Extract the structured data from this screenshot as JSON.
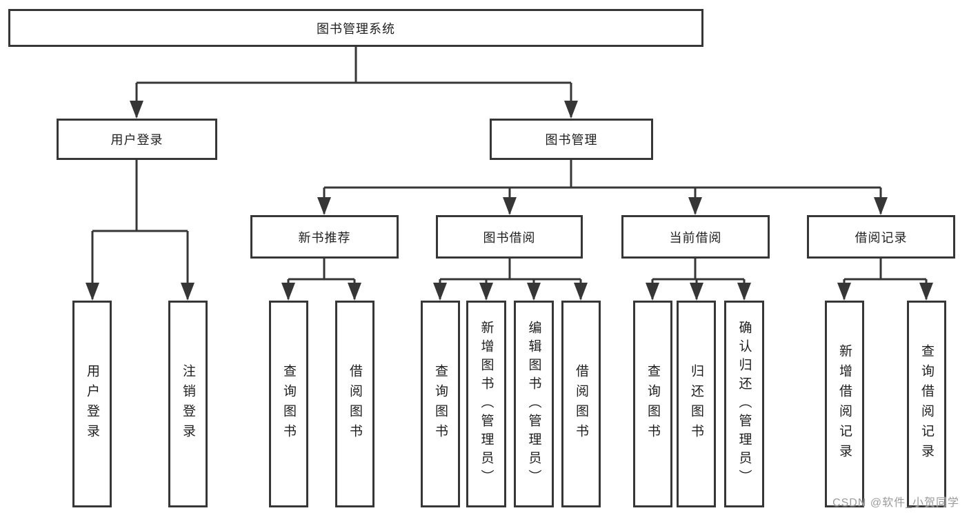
{
  "diagram": {
    "title": "图书管理系统",
    "type": "hierarchy-flowchart"
  },
  "colors": {
    "line": "#363636",
    "box_border": "#363636",
    "box_fill": "#ffffff",
    "text": "#1f1f1f",
    "background": "#ffffff",
    "watermark_text": "#9b9b9b"
  },
  "nodes": [
    {
      "id": "root",
      "label": "图书管理系统",
      "level": 1,
      "parent": null
    },
    {
      "id": "user-login",
      "label": "用户登录",
      "level": 2,
      "parent": "root"
    },
    {
      "id": "book-management",
      "label": "图书管理",
      "level": 2,
      "parent": "root"
    },
    {
      "id": "new-book-recommend",
      "label": "新书推荐",
      "level": 3,
      "parent": "book-management"
    },
    {
      "id": "book-borrow",
      "label": "图书借阅",
      "level": 3,
      "parent": "book-management"
    },
    {
      "id": "current-borrow",
      "label": "当前借阅",
      "level": 3,
      "parent": "book-management"
    },
    {
      "id": "borrow-records",
      "label": "借阅记录",
      "level": 3,
      "parent": "book-management"
    },
    {
      "id": "user-login-leaf",
      "label": "用户登录",
      "level": 4,
      "parent": "user-login"
    },
    {
      "id": "logout",
      "label": "注销登录",
      "level": 4,
      "parent": "user-login"
    },
    {
      "id": "query-books-rec",
      "label": "查询图书",
      "level": 4,
      "parent": "new-book-recommend"
    },
    {
      "id": "borrow-books-rec",
      "label": "借阅图书",
      "level": 4,
      "parent": "new-book-recommend"
    },
    {
      "id": "query-books-borrow",
      "label": "查询图书",
      "level": 4,
      "parent": "book-borrow"
    },
    {
      "id": "add-books-admin",
      "label": "新增图书（管理员）",
      "level": 4,
      "parent": "book-borrow"
    },
    {
      "id": "edit-books-admin",
      "label": "编辑图书（管理员）",
      "level": 4,
      "parent": "book-borrow"
    },
    {
      "id": "borrow-books",
      "label": "借阅图书",
      "level": 4,
      "parent": "book-borrow"
    },
    {
      "id": "query-books-current",
      "label": "查询图书",
      "level": 4,
      "parent": "current-borrow"
    },
    {
      "id": "return-books",
      "label": "归还图书",
      "level": 4,
      "parent": "current-borrow"
    },
    {
      "id": "confirm-return-admin",
      "label": "确认归还（管理员）",
      "level": 4,
      "parent": "current-borrow"
    },
    {
      "id": "add-borrow-record",
      "label": "新增借阅记录",
      "level": 4,
      "parent": "borrow-records"
    },
    {
      "id": "query-borrow-record",
      "label": "查询借阅记录",
      "level": 4,
      "parent": "borrow-records"
    }
  ],
  "watermark": {
    "text": "CSDN @软件_小贺同学"
  }
}
